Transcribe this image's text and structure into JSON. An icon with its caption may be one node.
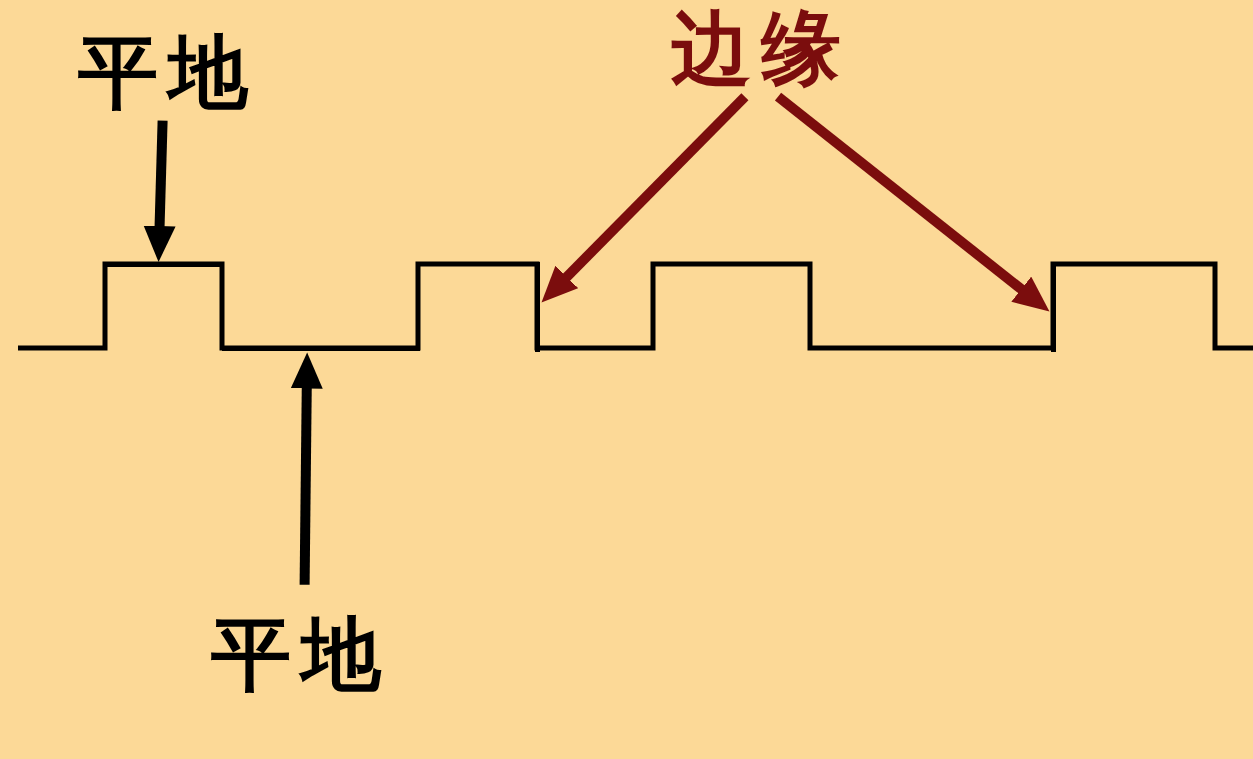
{
  "diagram": {
    "nodes": [
      {
        "text": [
          "平地"
        ]
      },
      {
        "text": [],
        "shape": "line"
      },
      {
        "text": [
          "边缘"
        ]
      },
      {
        "text": [],
        "shape": "line"
      },
      {
        "text": [],
        "shape": "line"
      },
      {
        "text": [
          "平地"
        ]
      },
      {
        "text": [],
        "shape": "line"
      }
    ],
    "edges": [
      {
        "from": 0,
        "to": 1,
        "arrow": "to"
      },
      {
        "from": 2,
        "to": 3,
        "arrow": "to",
        "color": "#7b0d0d"
      },
      {
        "from": 2,
        "to": 4,
        "arrow": "to",
        "color": "#7b0d0d"
      },
      {
        "from": 5,
        "to": 6,
        "arrow": "to"
      }
    ]
  }
}
